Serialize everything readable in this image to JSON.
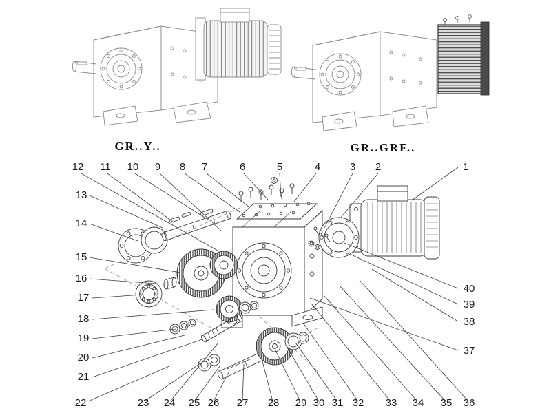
{
  "figure": {
    "title_left": "GR..Y..",
    "title_right": "GR..GRF.."
  },
  "callouts": [
    "1",
    "2",
    "3",
    "4",
    "5",
    "6",
    "7",
    "8",
    "9",
    "10",
    "11",
    "12",
    "13",
    "14",
    "15",
    "16",
    "17",
    "18",
    "19",
    "20",
    "21",
    "22",
    "23",
    "24",
    "25",
    "26",
    "27",
    "28",
    "29",
    "30",
    "31",
    "32",
    "33",
    "34",
    "35",
    "36",
    "37",
    "38",
    "39",
    "40"
  ],
  "colors": {
    "line_art": "#3a3a3a",
    "light_art": "#8a8a8a",
    "background": "#ffffff"
  }
}
